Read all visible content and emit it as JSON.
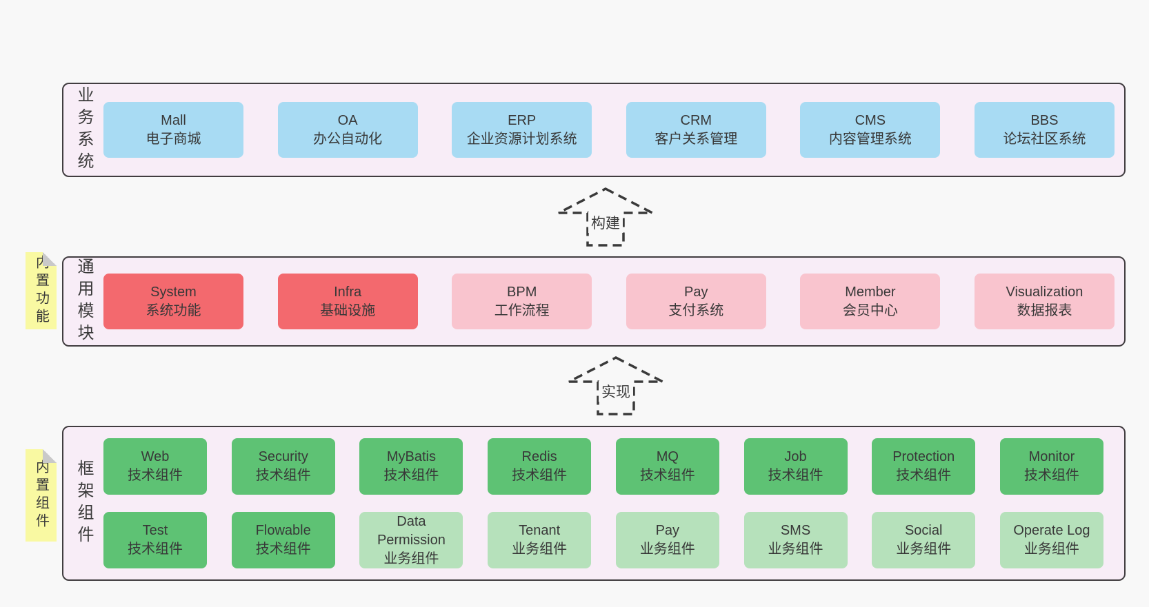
{
  "colors": {
    "page_bg": "#f8f8f8",
    "section_bg": "#f8edf7",
    "section_border": "#413d40",
    "box_blue": "#a8dbf3",
    "box_red": "#f3696e",
    "box_pink": "#f9c4ce",
    "box_green": "#5ec274",
    "box_light_green": "#b6e1bb",
    "tag_yellow": "#f9f9a2",
    "text": "#3a3a3a"
  },
  "arrows": {
    "build": "构建",
    "implement": "实现"
  },
  "business": {
    "label": "业务系统",
    "boxes": [
      {
        "name": "Mall",
        "desc": "电子商城"
      },
      {
        "name": "OA",
        "desc": "办公自动化"
      },
      {
        "name": "ERP",
        "desc": "企业资源计划系统"
      },
      {
        "name": "CRM",
        "desc": "客户关系管理"
      },
      {
        "name": "CMS",
        "desc": "内容管理系统"
      },
      {
        "name": "BBS",
        "desc": "论坛社区系统"
      }
    ]
  },
  "modules": {
    "tag": "内置功能",
    "label": "通用模块",
    "boxes": [
      {
        "name": "System",
        "desc": "系统功能"
      },
      {
        "name": "Infra",
        "desc": "基础设施"
      },
      {
        "name": "BPM",
        "desc": "工作流程"
      },
      {
        "name": "Pay",
        "desc": "支付系统"
      },
      {
        "name": "Member",
        "desc": "会员中心"
      },
      {
        "name": "Visualization",
        "desc": "数据报表"
      }
    ]
  },
  "framework": {
    "tag": "内置组件",
    "label": "框架组件",
    "row1": [
      {
        "name": "Web",
        "desc": "技术组件"
      },
      {
        "name": "Security",
        "desc": "技术组件"
      },
      {
        "name": "MyBatis",
        "desc": "技术组件"
      },
      {
        "name": "Redis",
        "desc": "技术组件"
      },
      {
        "name": "MQ",
        "desc": "技术组件"
      },
      {
        "name": "Job",
        "desc": "技术组件"
      },
      {
        "name": "Protection",
        "desc": "技术组件"
      },
      {
        "name": "Monitor",
        "desc": "技术组件"
      }
    ],
    "row2": [
      {
        "name": "Test",
        "desc": "技术组件"
      },
      {
        "name": "Flowable",
        "desc": "技术组件"
      },
      {
        "name": "Data Permission",
        "desc": "业务组件"
      },
      {
        "name": "Tenant",
        "desc": "业务组件"
      },
      {
        "name": "Pay",
        "desc": "业务组件"
      },
      {
        "name": "SMS",
        "desc": "业务组件"
      },
      {
        "name": "Social",
        "desc": "业务组件"
      },
      {
        "name": "Operate Log",
        "desc": "业务组件"
      }
    ]
  }
}
